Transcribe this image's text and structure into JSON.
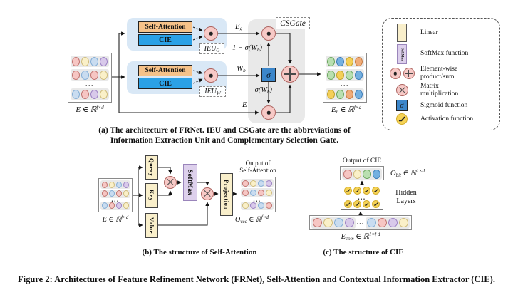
{
  "palette": {
    "pink": {
      "fill": "#f6c6c3",
      "border": "#c0736f"
    },
    "cream": {
      "fill": "#faf0c8",
      "border": "#cfbc7c"
    },
    "blue": {
      "fill": "#c9dcf0",
      "border": "#84aed6"
    },
    "purple": {
      "fill": "#d8c9ea",
      "border": "#9d82c4"
    },
    "green": {
      "fill": "#b9dfb0",
      "border": "#69a55c"
    },
    "gold": {
      "fill": "#f4cf58",
      "border": "#c2a32c"
    },
    "orange": {
      "fill": "#f0ac79",
      "border": "#c77a41"
    },
    "vblue": {
      "fill": "#74b0e0",
      "border": "#3c7cb8"
    },
    "act": {
      "fill": "#f6d355",
      "border": "#d4ae2f",
      "glyph": true
    }
  },
  "ellipsis": "...",
  "panel_a": {
    "caption_line1": "(a)  The architecture of  FRNet. IEU and CSGate are the abbreviations  of",
    "caption_line2": "Information  Extraction Unit and Complementary Selection  Gate.",
    "input_matrix": {
      "rows": [
        [
          "pink",
          "cream",
          "blue",
          "purple"
        ],
        [
          "pink",
          "blue",
          "pink",
          "cream"
        ],
        [
          "blue",
          "pink",
          "purple",
          "cream"
        ]
      ],
      "label": {
        "pre": "E ∈ ℝ",
        "sup": "f×d"
      }
    },
    "ieu_g": {
      "self_attention": "Self-Attention",
      "cie": "CIE",
      "tag": {
        "pre": "IEU",
        "sub": "G"
      }
    },
    "ieu_w": {
      "self_attention": "Self-Attention",
      "cie": "CIE",
      "tag": {
        "pre": "IEU",
        "sub": "W"
      }
    },
    "csgate": {
      "tag": "CSGate",
      "sigma": "σ",
      "label_eg": {
        "pre": "E",
        "sub": "g"
      },
      "label_one_minus": {
        "pre": "1 − σ(W",
        "sub": "b",
        "post": ")"
      },
      "label_wb": {
        "pre": "W",
        "sub": "b"
      },
      "label_sigma_wb": {
        "pre": "σ(W",
        "sub": "b",
        "post": ")"
      },
      "label_e": "E"
    },
    "output_matrix": {
      "rows": [
        [
          "green",
          "vblue",
          "gold",
          "orange"
        ],
        [
          "green",
          "gold",
          "green",
          "vblue"
        ],
        [
          "gold",
          "green",
          "orange",
          "vblue"
        ]
      ],
      "label": {
        "pre": "E",
        "sub": "r",
        "mid": " ∈ ℝ",
        "sup": "f×d"
      }
    }
  },
  "panel_b": {
    "caption": "(b) The structure  of Self-Attention",
    "input_matrix": {
      "rows": [
        [
          "pink",
          "cream",
          "blue",
          "purple"
        ],
        [
          "pink",
          "blue",
          "pink",
          "cream"
        ],
        [
          "blue",
          "pink",
          "purple",
          "cream"
        ]
      ],
      "label": {
        "pre": "E ∈ ℝ",
        "sup": "f×d"
      }
    },
    "query": "Query",
    "key": "Key",
    "value": "Value",
    "softmax": "SoftMax",
    "projection": "Projection",
    "output_title": [
      "Output of",
      "Self-Attention"
    ],
    "output_matrix": {
      "rows": [
        [
          "pink",
          "cream",
          "blue",
          "purple"
        ],
        [
          "pink",
          "blue",
          "pink",
          "cream"
        ],
        [
          "cream",
          "purple",
          "blue",
          "pink"
        ]
      ],
      "label": {
        "pre": "O",
        "sub": "vec",
        "mid": " ∈ ℝ",
        "sup": "f×d"
      }
    }
  },
  "panel_c": {
    "caption": "(c) The structure  of CIE",
    "output_title": "Output of  CIE",
    "output_row": [
      "pink",
      "cream",
      "green",
      "vblue"
    ],
    "output_label": {
      "pre": "O",
      "sub": "bit",
      "mid": " ∈ ℝ",
      "sup": "1×d"
    },
    "hidden_rows": [
      [
        "act",
        "act",
        "act",
        "act"
      ],
      [
        "act",
        "act",
        "act",
        "act"
      ]
    ],
    "hidden_label_line1": "Hidden",
    "hidden_label_line2": "Layers",
    "input_groups": [
      [
        "pink",
        "cream",
        "blue",
        "purple"
      ],
      [
        "blue",
        "pink",
        "purple",
        "cream"
      ]
    ],
    "input_label": {
      "pre": "E",
      "sub": "com",
      "mid": " ∈ ℝ",
      "sup": "1×f·d"
    }
  },
  "legend": {
    "softmax_swatch_text": "SoftMax",
    "sigma": "σ",
    "items": [
      {
        "label": "Linear"
      },
      {
        "label": "SoftMax function"
      },
      {
        "label": "Element-wise product/sum"
      },
      {
        "label": "Matrix multiplication"
      },
      {
        "label": "Sigmoid function"
      },
      {
        "label": "Activation function"
      }
    ]
  },
  "figure_caption": "Figure 2: Architectures of Feature Refinement Network (FRNet), Self-Attention and Contextual Information Extractor (CIE)."
}
